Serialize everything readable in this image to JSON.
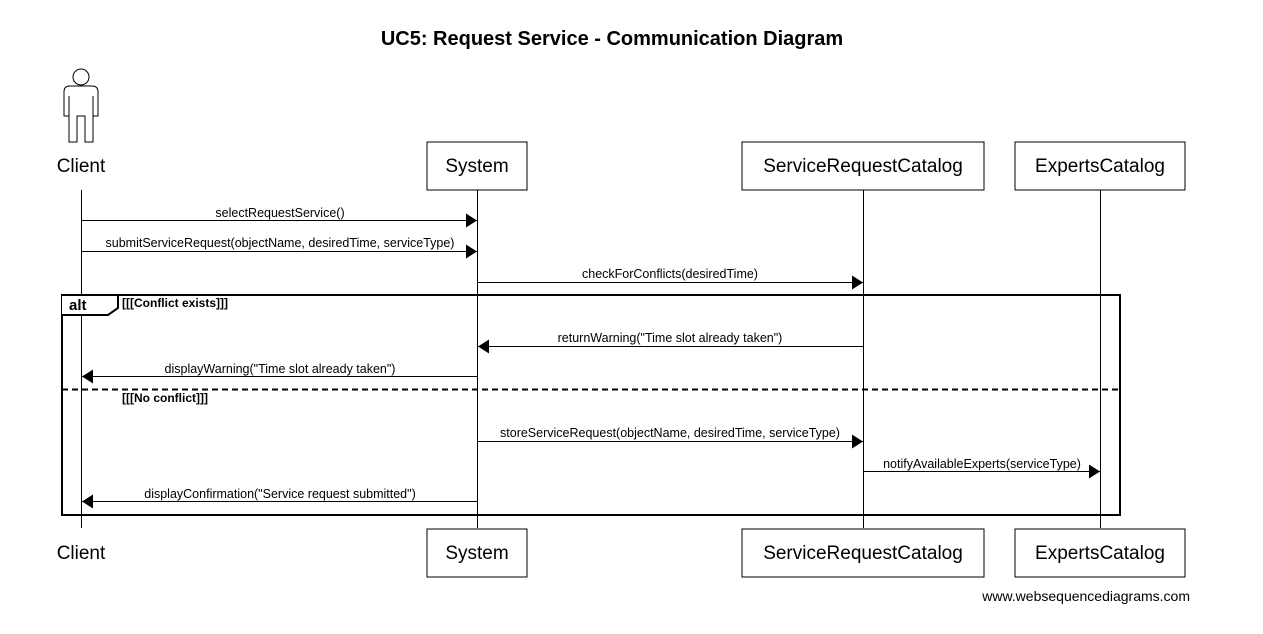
{
  "title": "UC5: Request Service - Communication Diagram",
  "participants": {
    "client": "Client",
    "system": "System",
    "src": "ServiceRequestCatalog",
    "experts": "ExpertsCatalog"
  },
  "messages": [
    {
      "text": "selectRequestService()"
    },
    {
      "text": "submitServiceRequest(objectName, desiredTime, serviceType)"
    },
    {
      "text": "checkForConflicts(desiredTime)"
    },
    {
      "text": "returnWarning(\"Time slot already taken\")"
    },
    {
      "text": "displayWarning(\"Time slot already taken\")"
    },
    {
      "text": "storeServiceRequest(objectName, desiredTime, serviceType)"
    },
    {
      "text": "notifyAvailableExperts(serviceType)"
    },
    {
      "text": "displayConfirmation(\"Service request submitted\")"
    }
  ],
  "fragment": {
    "operator": "alt",
    "guard1": "[[[Conflict exists]]]",
    "guard2": "[[[No conflict]]]"
  },
  "watermark": "www.websequencediagrams.com"
}
